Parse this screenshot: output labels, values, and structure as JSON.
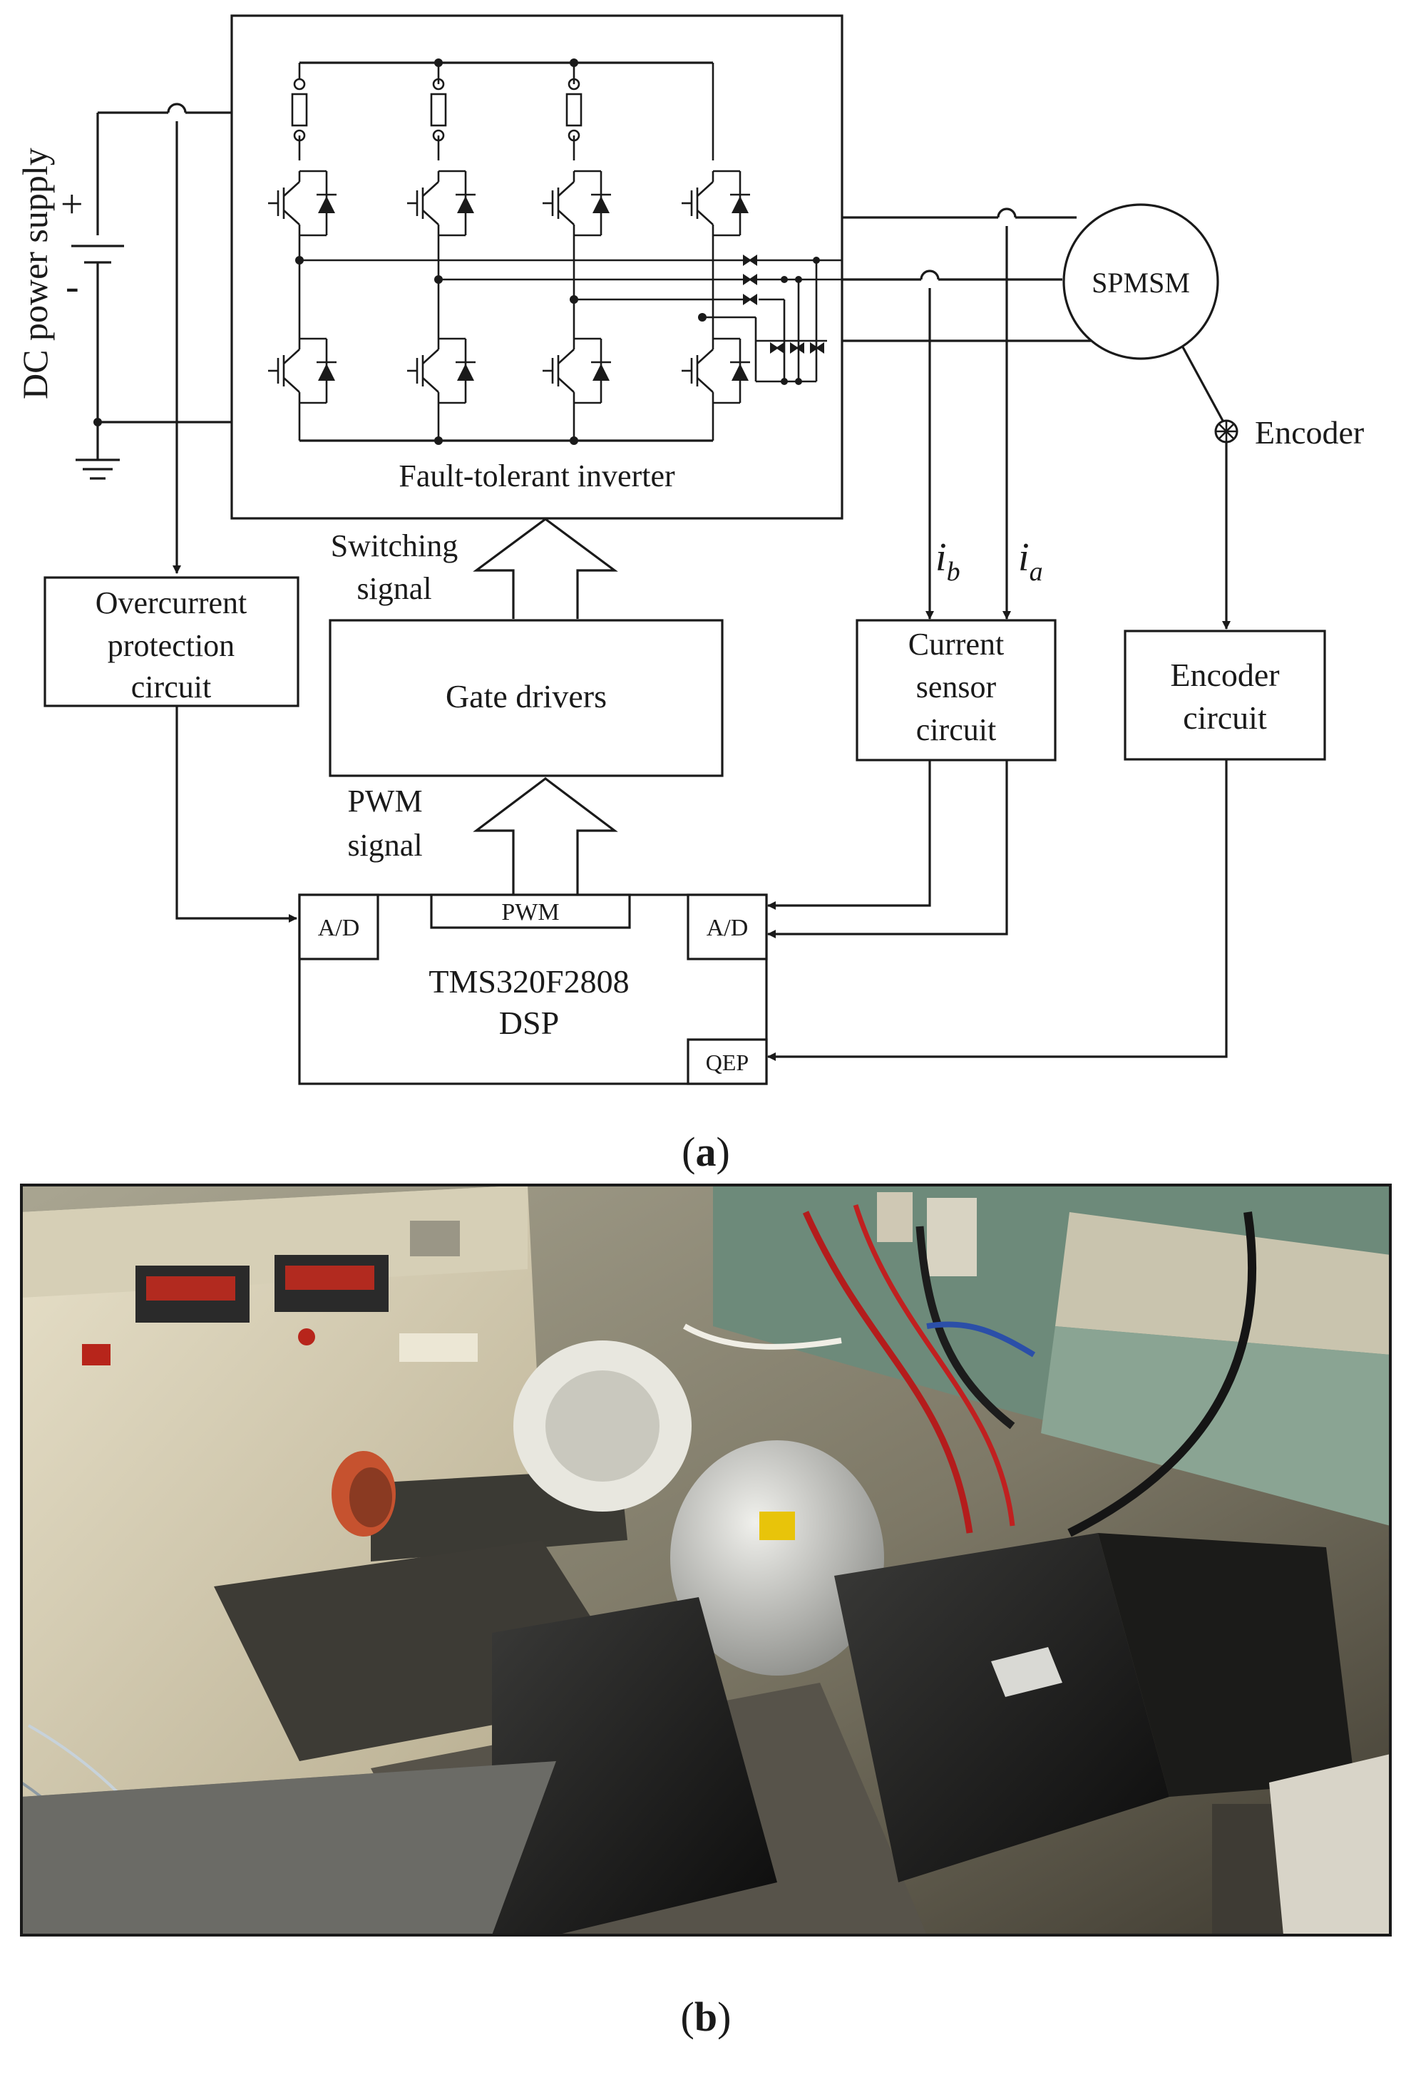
{
  "diagram": {
    "dc_supply_label": "DC power supply",
    "plus": "+",
    "minus": "-",
    "inverter_label": "Fault-tolerant inverter",
    "motor_label": "SPMSM",
    "encoder_label": "Encoder",
    "switching_signal": [
      "Switching",
      "signal"
    ],
    "pwm_signal": [
      "PWM",
      "signal"
    ],
    "overcurrent": [
      "Overcurrent",
      "protection",
      "circuit"
    ],
    "gate_drivers": "Gate drivers",
    "current_sensor": [
      "Current",
      "sensor",
      "circuit"
    ],
    "encoder_circuit": [
      "Encoder",
      "circuit"
    ],
    "ib": {
      "main": "i",
      "sub": "b"
    },
    "ia": {
      "main": "i",
      "sub": "a"
    },
    "dsp": {
      "name": [
        "TMS320F2808",
        "DSP"
      ],
      "port_ad_left": "A/D",
      "port_pwm": "PWM",
      "port_ad_right": "A/D",
      "port_qep": "QEP"
    },
    "caption_a": {
      "open": "(",
      "letter": "a",
      "close": ")"
    }
  },
  "photo": {
    "caption_b": {
      "open": "(",
      "letter": "b",
      "close": ")"
    }
  }
}
